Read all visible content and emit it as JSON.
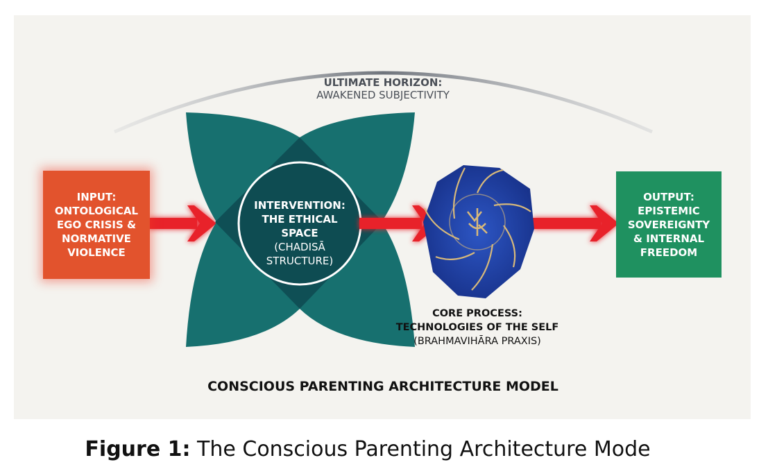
{
  "horizon": {
    "line1": "ULTIMATE HORIZON:",
    "line2": "AWAKENED SUBJECTIVITY"
  },
  "input": {
    "lines": [
      "INPUT:",
      "ONTOLOGICAL",
      "EGO CRISIS &",
      "NORMATIVE",
      "VIOLENCE"
    ]
  },
  "intervention": {
    "lines_bold": [
      "INTERVENTION:",
      "THE ETHICAL",
      "SPACE"
    ],
    "lines_light": [
      "(CHADISĀ",
      "STRUCTURE)"
    ]
  },
  "core": {
    "line1": "CORE PROCESS:",
    "line2": "TECHNOLOGIES OF THE SELF",
    "line3": "(BRAHMAVIHĀRA PRAXIS)"
  },
  "output": {
    "lines": [
      "OUTPUT:",
      "EPISTEMIC",
      "SOVEREIGNTY",
      "& INTERNAL",
      "FREEDOM"
    ]
  },
  "title": "CONSCIOUS PARENTING ARCHITECTURE MODEL",
  "caption": {
    "label": "Figure 1:",
    "text": " The Conscious Parenting Architecture Mode"
  },
  "colors": {
    "input": "#e2532d",
    "output": "#1f9160",
    "petal": "#17706f",
    "diamond": "#0f4f55",
    "emblem": "#1f3f9e",
    "arrow": "#e8202a",
    "gold": "#d8b97a"
  }
}
